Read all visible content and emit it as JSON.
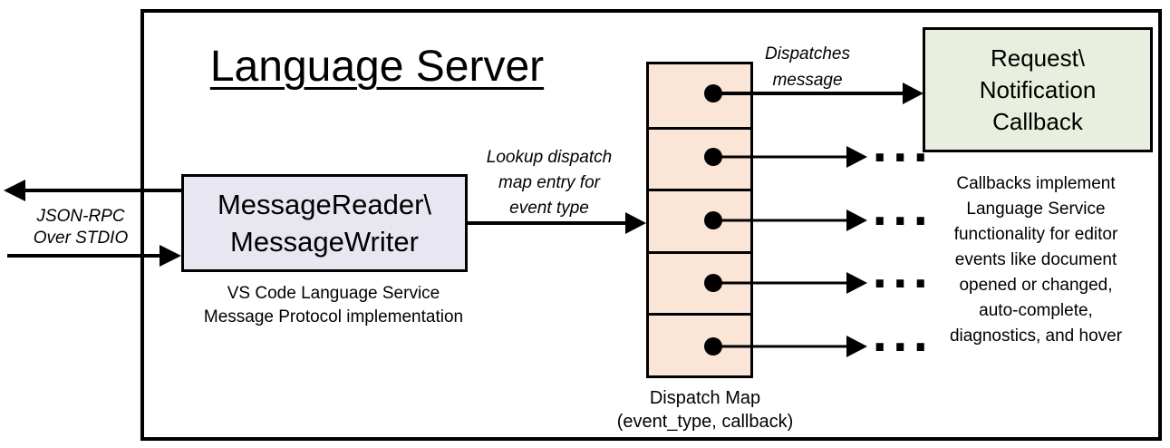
{
  "colors": {
    "background": "#ffffff",
    "outline": "#000000",
    "reader_fill": "#e8e6f0",
    "map_fill": "#fbe5d6",
    "callback_fill": "#e8efde"
  },
  "title": "Language Server",
  "labels": {
    "stdio": "JSON-RPC\nOver STDIO",
    "lookup": "Lookup dispatch\nmap entry for\nevent type",
    "dispatches": "Dispatches\nmessage",
    "ellipsis": "..."
  },
  "nodes": {
    "reader": {
      "label": "MessageReader\\\nMessageWriter",
      "caption": "VS Code Language Service\nMessage Protocol implementation"
    },
    "dispatch_map": {
      "rows": 5,
      "caption": "Dispatch Map\n(event_type, callback)"
    },
    "callback": {
      "label": "Request\\\nNotification\nCallback",
      "caption": "Callbacks implement\nLanguage Service\nfunctionality for editor\nevents like document\nopened or changed,\nauto-complete,\ndiagnostics, and hover"
    }
  }
}
